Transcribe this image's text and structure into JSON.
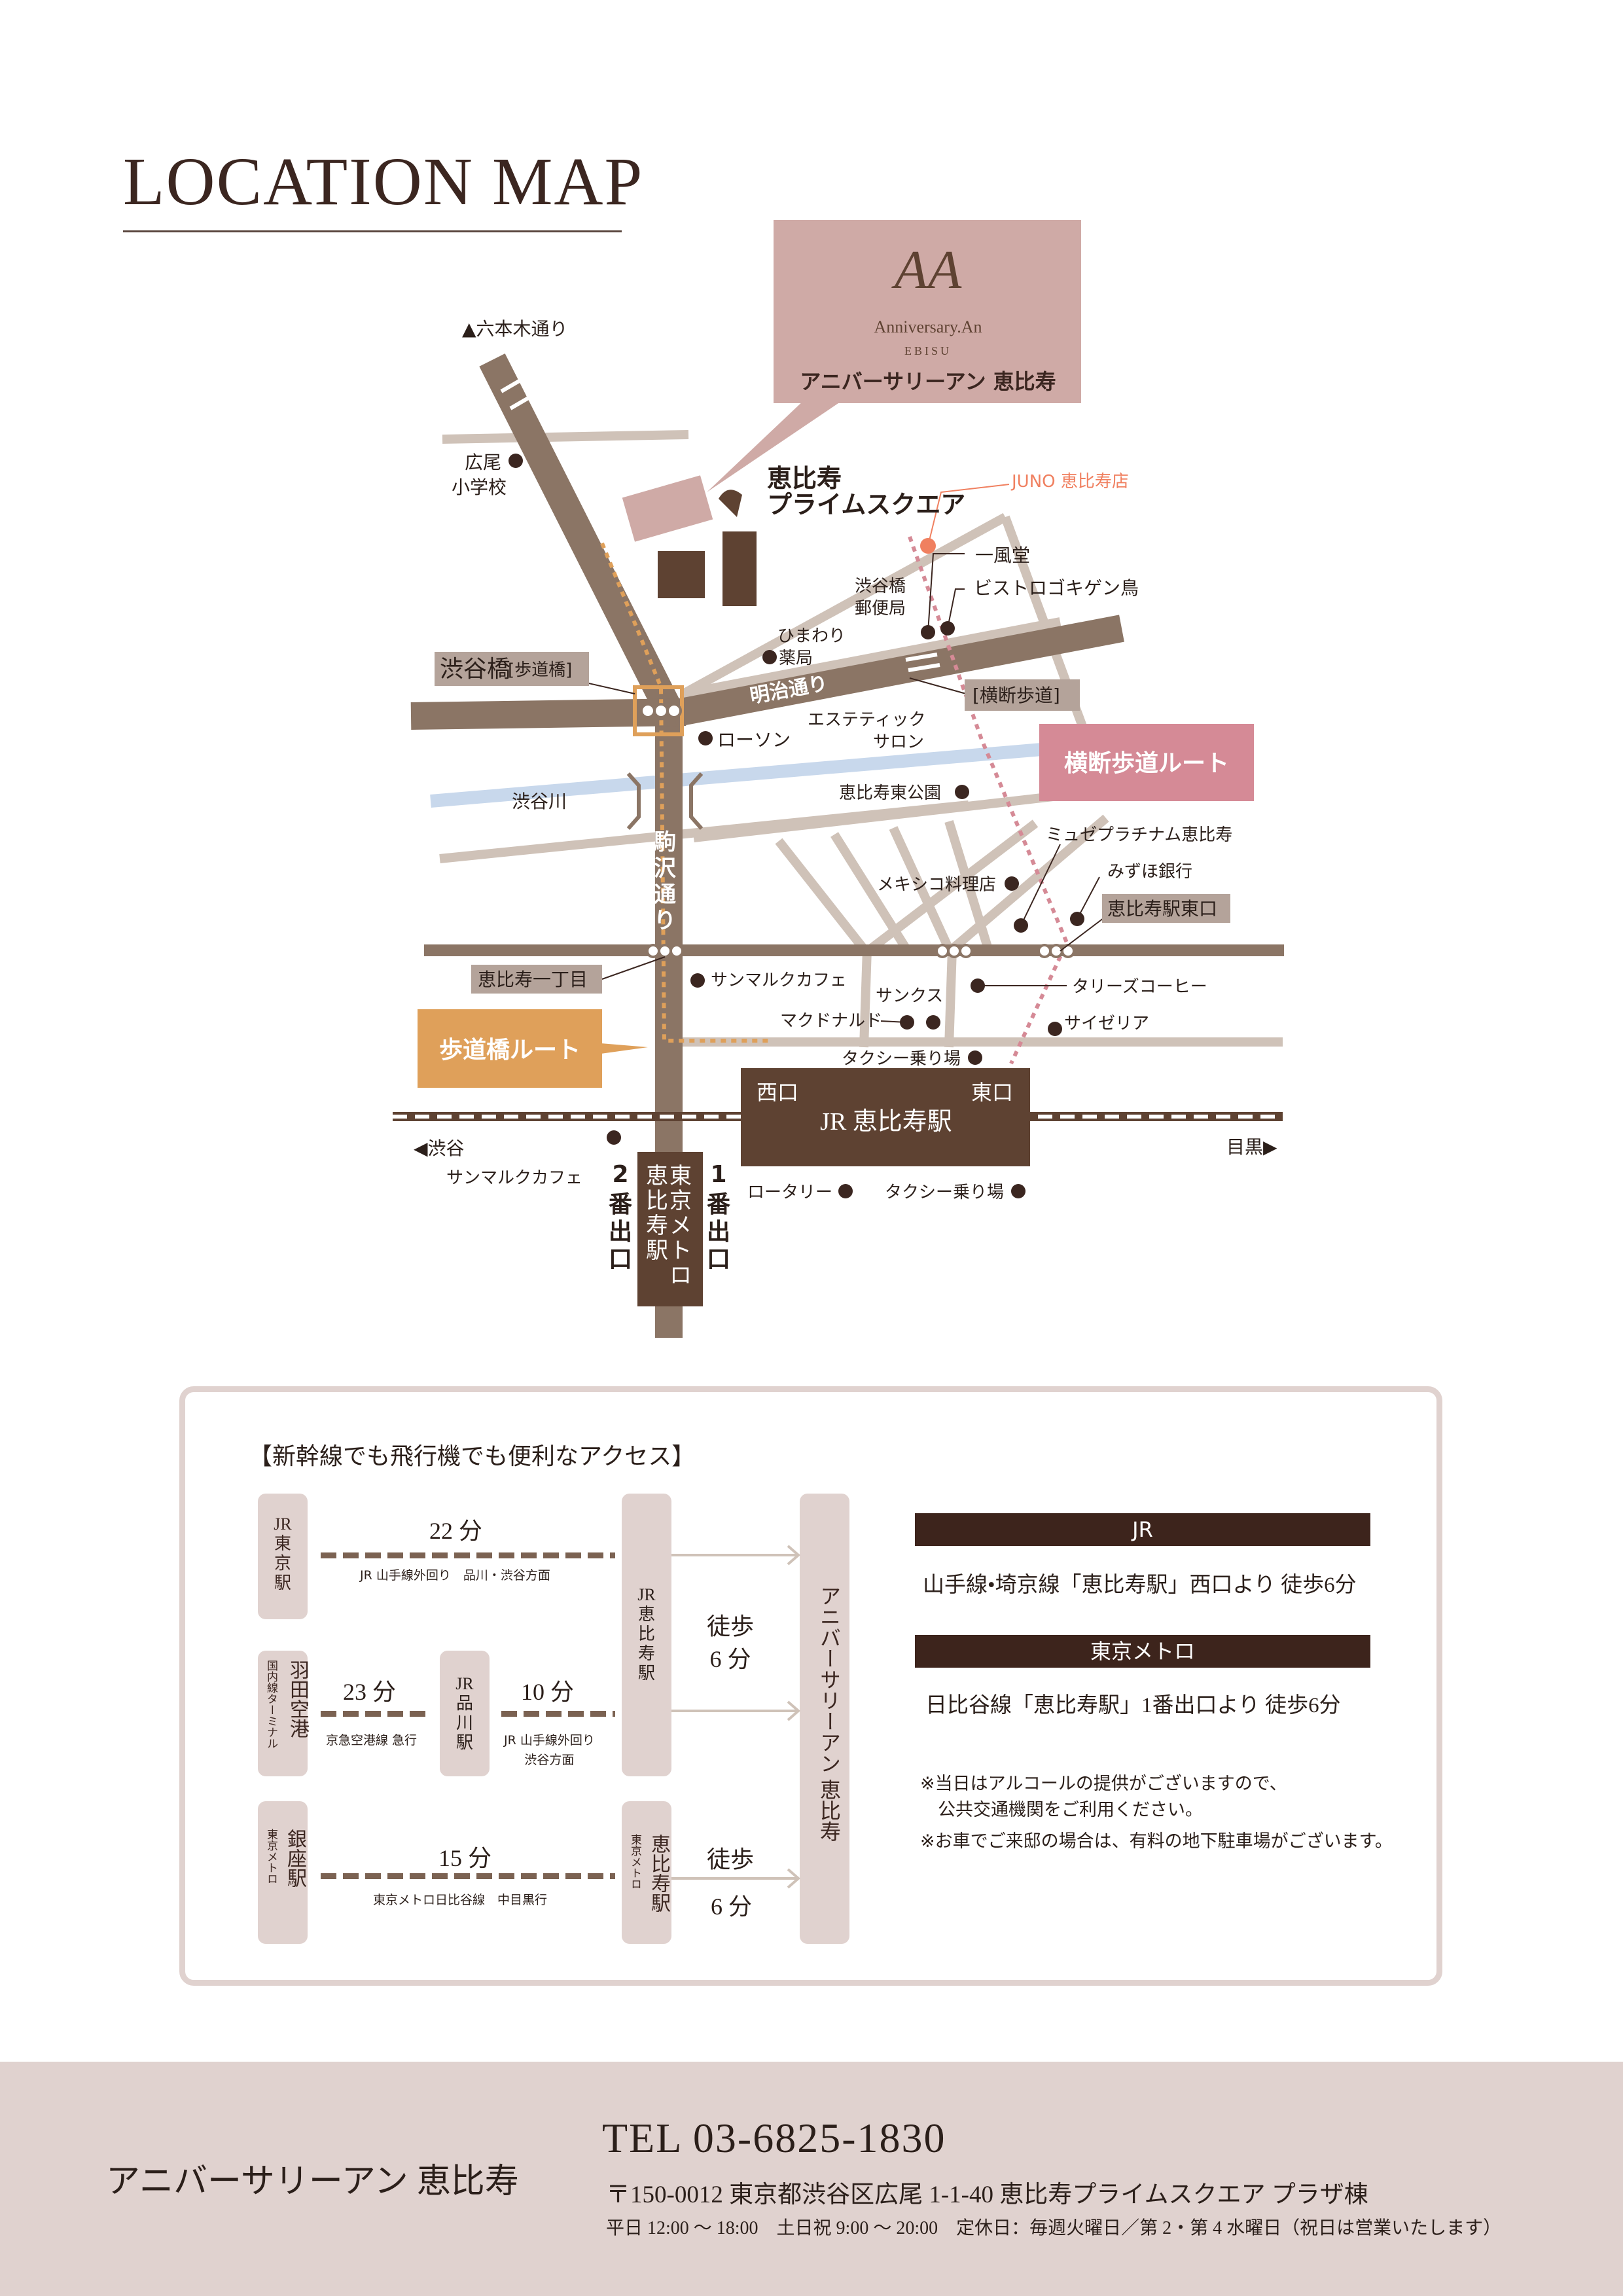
{
  "page_title": "LOCATION MAP",
  "venue_card": {
    "logo_name": "Anniversary.An",
    "logo_sub": "EBISU",
    "label": "アニバーサリーアン 恵比寿"
  },
  "map_labels": {
    "roppongi": "▲六本木通り",
    "hiroo_school": "広尾\n小学校",
    "prime_square": "恵比寿\nプライムスクエア",
    "juno": "JUNO 恵比寿店",
    "ippudo": "一風堂",
    "bistro": "ビストロゴキゲン鳥",
    "post_office": "渋谷橋\n郵便局",
    "himawari": "ひまわり\n薬局",
    "meiji_dori": "明治通り",
    "crosswalk": "[横断歩道]",
    "shibuyabashi": "渋谷橋",
    "hodokyo": "[歩道橋]",
    "lawson": "ローソン",
    "esthetic": "エステティック\nサロン",
    "crosswalk_route": "横断歩道ルート",
    "shibuya_river": "渋谷川",
    "east_park": "恵比寿東公園",
    "komazawa": "駒\n沢\n通\nり",
    "musee": "ミュゼプラチナム恵比寿",
    "mizuho": "みずほ銀行",
    "mexican": "メキシコ料理店",
    "east_exit_label": "恵比寿駅東口",
    "itchome": "恵比寿一丁目",
    "st_marc1": "サンマルクカフェ",
    "tullys": "タリーズコーヒー",
    "sunkus": "サンクス",
    "mcdonalds": "マクドナルド",
    "saizeriya": "サイゼリア",
    "bridge_route": "歩道橋ルート",
    "taxi1": "タクシー乗り場",
    "west_gate": "西口",
    "east_gate": "東口",
    "jr_station": "JR 恵比寿駅",
    "to_shibuya": "◀渋谷",
    "to_meguro": "目黒▶",
    "st_marc2": "サンマルクカフェ",
    "rotary": "ロータリー",
    "taxi2": "タクシー乗り場",
    "exit2": "2\n番\n出\n口",
    "exit1": "1\n番\n出\n口",
    "metro_station": "東京メトロ\n恵比寿駅"
  },
  "access": {
    "heading": "【新幹線でも飛行機でも便利なアクセス】",
    "jr_tokyo": "JR\n東\n京\n駅",
    "haneda": "羽田空港",
    "haneda_sub": "国内線ターミナル",
    "jr_shinagawa": "JR\n品\n川\n駅",
    "ginza": "銀座駅",
    "ginza_sub": "東京メトロ",
    "jr_ebisu": "JR\n恵\n比\n寿\n駅",
    "metro_ebisu": "恵比寿駅",
    "metro_ebisu_sub": "東京メトロ",
    "venue": "アニバーサリーアン 恵比寿",
    "r1_min": "22 分",
    "r1_line": "JR 山手線外回り　品川・渋谷方面",
    "r2_min_a": "23 分",
    "r2_line_a": "京急空港線 急行",
    "r2_min_b": "10 分",
    "r2_line_b": "JR 山手線外回り\n渋谷方面",
    "r3_min": "15 分",
    "r3_line": "東京メトロ日比谷線　中目黒行",
    "walk_a": "徒歩\n6 分",
    "walk_b_1": "徒歩",
    "walk_b_2": "6 分"
  },
  "info": {
    "jr_header": "JR",
    "jr_text": "山手線•埼京線「恵比寿駅」西口より 徒歩6分",
    "metro_header": "東京メトロ",
    "metro_text": "日比谷線「恵比寿駅」1番出口より 徒歩6分",
    "note1": "※当日はアルコールの提供がございますので、",
    "note2": "　公共交通機関をご利用ください。",
    "note3": "※お車でご来邸の場合は、有料の地下駐車場がございます。"
  },
  "footer": {
    "name": "アニバーサリーアン 恵比寿",
    "tel": "TEL 03-6825-1830",
    "address": "〒150-0012 東京都渋谷区広尾 1-1-40 恵比寿プライムスクエア プラザ棟",
    "hours": "平日 12:00 ～ 18:00　土日祝  9:00 ～ 20:00　定休日：毎週火曜日／第 2・第 4 水曜日（祝日は営業いたします）"
  },
  "colors": {
    "road": "#8b7565",
    "road_light": "#cfc2b8",
    "venue_pink": "#cfaaa6",
    "route_pink": "#d58a96",
    "route_orange": "#dfa05a",
    "river": "#c8d8ec",
    "dark_brown": "#5e4232",
    "label_bg": "#b4a39a"
  }
}
